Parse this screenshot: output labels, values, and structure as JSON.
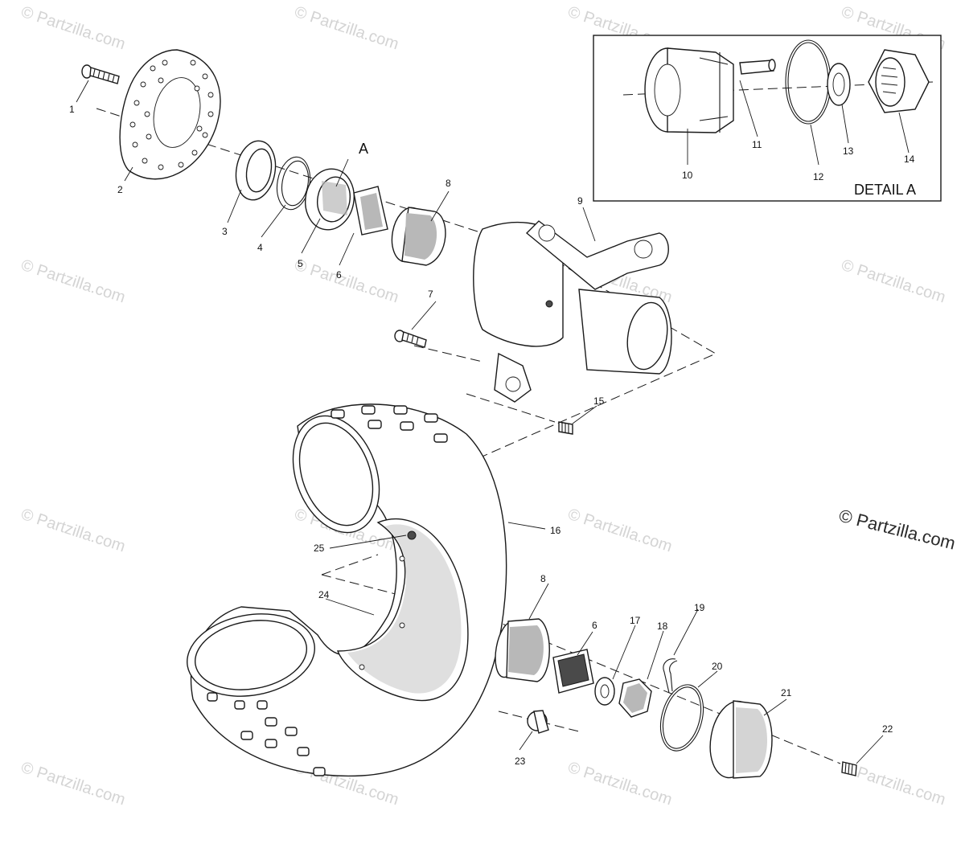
{
  "watermark": {
    "text": "© Partzilla.com",
    "corner_text": "© Partzilla.com"
  },
  "detail": {
    "title": "DETAIL A"
  },
  "assembly_marker": "A",
  "callouts": [
    {
      "id": "c1",
      "text": "1"
    },
    {
      "id": "c2",
      "text": "2"
    },
    {
      "id": "c3",
      "text": "3"
    },
    {
      "id": "c4",
      "text": "4"
    },
    {
      "id": "c5",
      "text": "5"
    },
    {
      "id": "c6",
      "text": "6"
    },
    {
      "id": "c7",
      "text": "7"
    },
    {
      "id": "c8",
      "text": "8"
    },
    {
      "id": "c9",
      "text": "9"
    },
    {
      "id": "c10",
      "text": "10"
    },
    {
      "id": "c11",
      "text": "11"
    },
    {
      "id": "c12",
      "text": "12"
    },
    {
      "id": "c13",
      "text": "13"
    },
    {
      "id": "c14",
      "text": "14"
    },
    {
      "id": "c15",
      "text": "15"
    },
    {
      "id": "c16",
      "text": "16"
    },
    {
      "id": "c17",
      "text": "17"
    },
    {
      "id": "c18",
      "text": "18"
    },
    {
      "id": "c19",
      "text": "19"
    },
    {
      "id": "c20",
      "text": "20"
    },
    {
      "id": "c21",
      "text": "21"
    },
    {
      "id": "c22",
      "text": "22"
    },
    {
      "id": "c23",
      "text": "23"
    },
    {
      "id": "c24",
      "text": "24"
    },
    {
      "id": "c25",
      "text": "25"
    },
    {
      "id": "c6b",
      "text": "6"
    },
    {
      "id": "c8b",
      "text": "8"
    }
  ]
}
